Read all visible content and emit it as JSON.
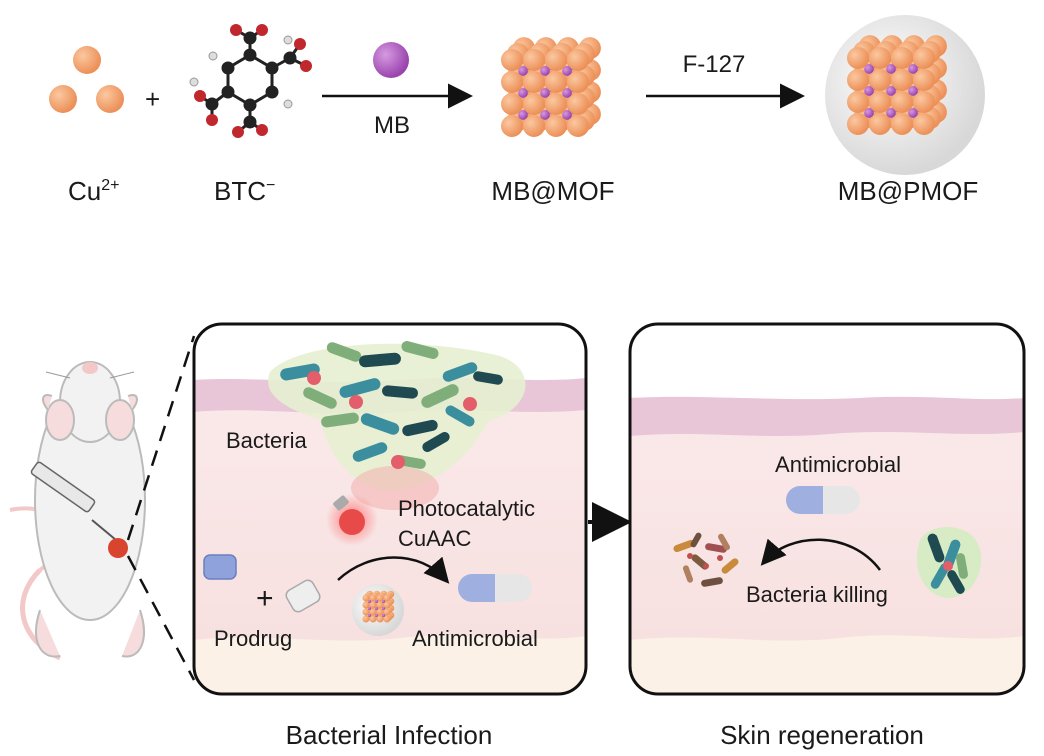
{
  "synthesis": {
    "cu_label": "Cu",
    "cu_charge": "2+",
    "plus": "+",
    "btc_label": "BTC",
    "btc_charge": "−",
    "mb_reagent": "MB",
    "mof_label": "MB@MOF",
    "f127_reagent": "F-127",
    "pmof_label": "MB@PMOF"
  },
  "infection_panel": {
    "bacteria_label": "Bacteria",
    "photocatalytic_line1": "Photocatalytic",
    "photocatalytic_line2": "CuAAC",
    "plus": "+",
    "prodrug_label": "Prodrug",
    "antimicrobial_label": "Antimicrobial",
    "caption": "Bacterial Infection"
  },
  "regeneration_panel": {
    "antimicrobial_label": "Antimicrobial",
    "killing_label": "Bacteria killing",
    "caption": "Skin regeneration"
  },
  "colors": {
    "copper": "#f4a46c",
    "mb_purple": "#b060c0",
    "skin_pink": "#f8e4e4",
    "dermis_band": "#e8c6d8",
    "pill_blue": "#9fb0e0",
    "bacteria_teal": "#3a8e9e",
    "bacteria_green": "#7fae7a",
    "bacteria_dark": "#1f4a52"
  }
}
